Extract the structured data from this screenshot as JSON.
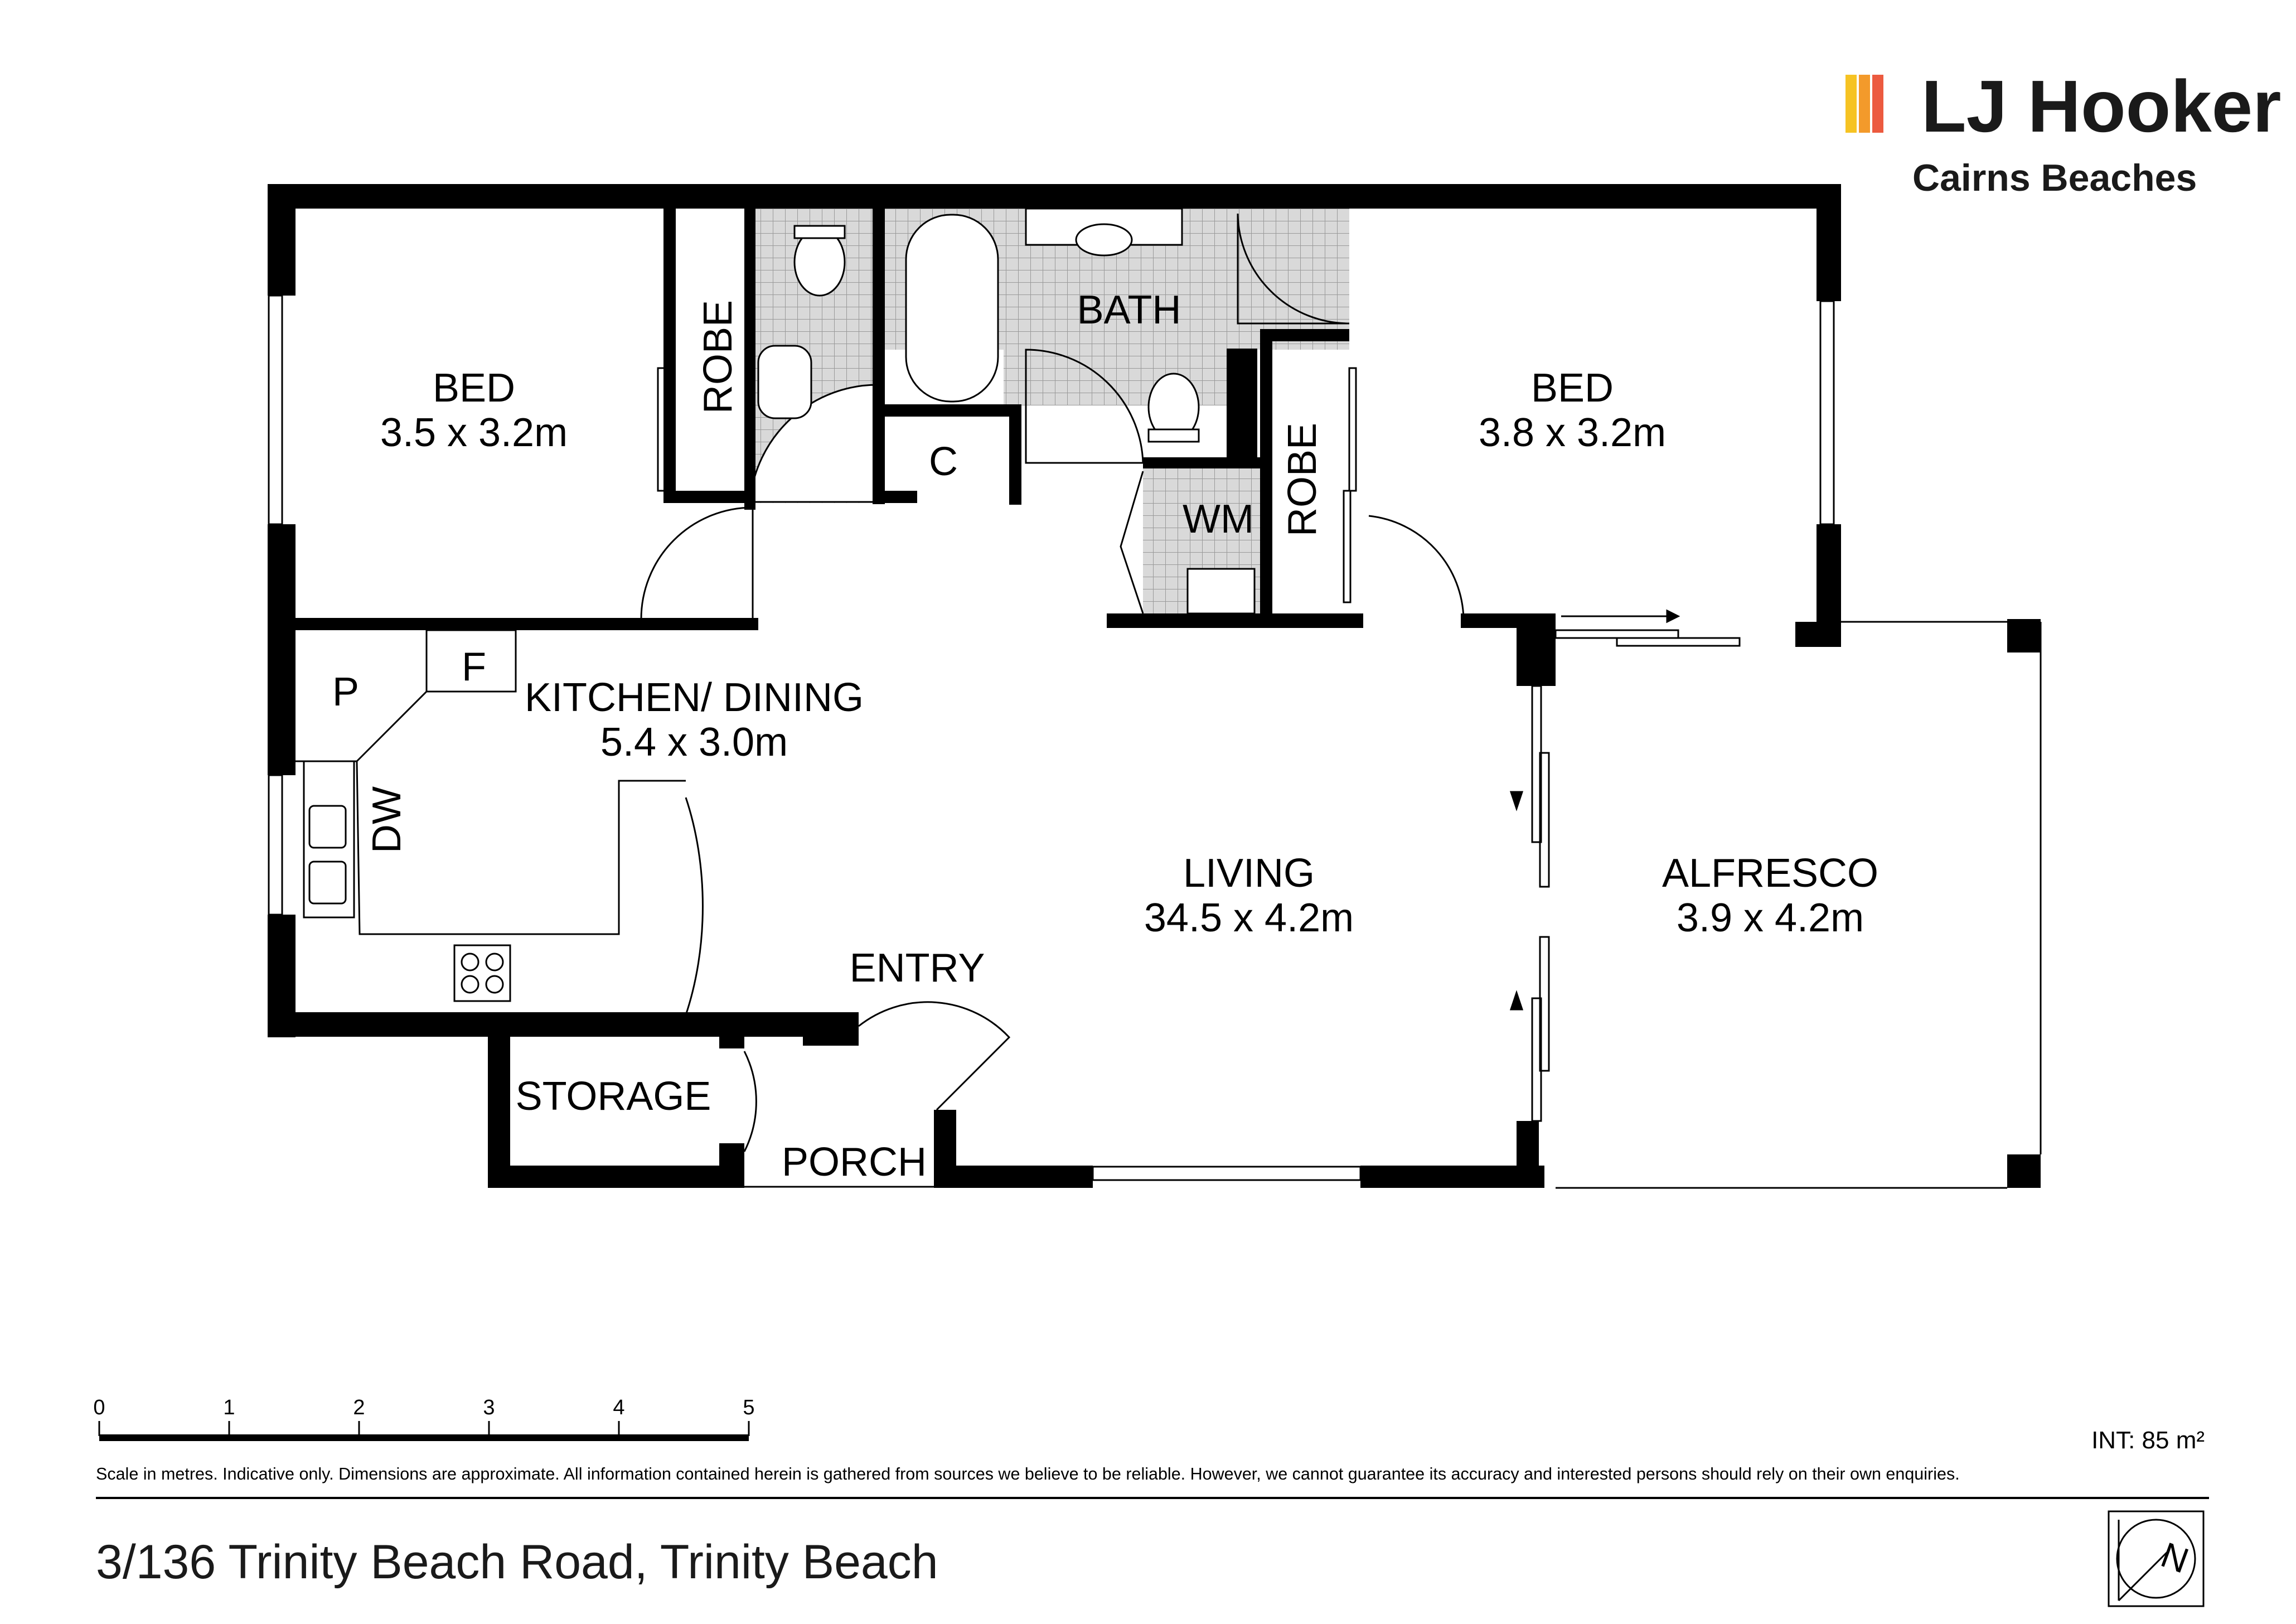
{
  "brand": {
    "name": "LJ Hooker",
    "office": "Cairns Beaches",
    "colors": [
      "#F6C323",
      "#F39A2B",
      "#EC5A3F"
    ]
  },
  "rooms": {
    "bed1": {
      "name": "BED",
      "size": "3.5 x 3.2m"
    },
    "bed2": {
      "name": "BED",
      "size": "3.8 x 3.2m"
    },
    "kitchen": {
      "name": "KITCHEN/ DINING",
      "size": "5.4 x 3.0m"
    },
    "living": {
      "name": "LIVING",
      "size": "34.5 x 4.2m"
    },
    "alfresco": {
      "name": "ALFRESCO",
      "size": "3.9 x 4.2m"
    },
    "bath": "BATH",
    "robe": "ROBE",
    "cupboard": "C",
    "wm": "WM",
    "pantry": "P",
    "fridge": "F",
    "dw": "DW",
    "entry": "ENTRY",
    "storage": "STORAGE",
    "porch": "PORCH"
  },
  "scale": {
    "ticks": [
      "0",
      "1",
      "2",
      "3",
      "4",
      "5"
    ]
  },
  "area": "INT: 85 m²",
  "disclaimer": "Scale in metres. Indicative only. Dimensions are approximate. All information contained herein is gathered from sources we believe to be reliable. However, we cannot guarantee its accuracy and interested persons should rely on their own enquiries.",
  "address": "3/136 Trinity Beach Road, Trinity Beach",
  "compass": "N"
}
